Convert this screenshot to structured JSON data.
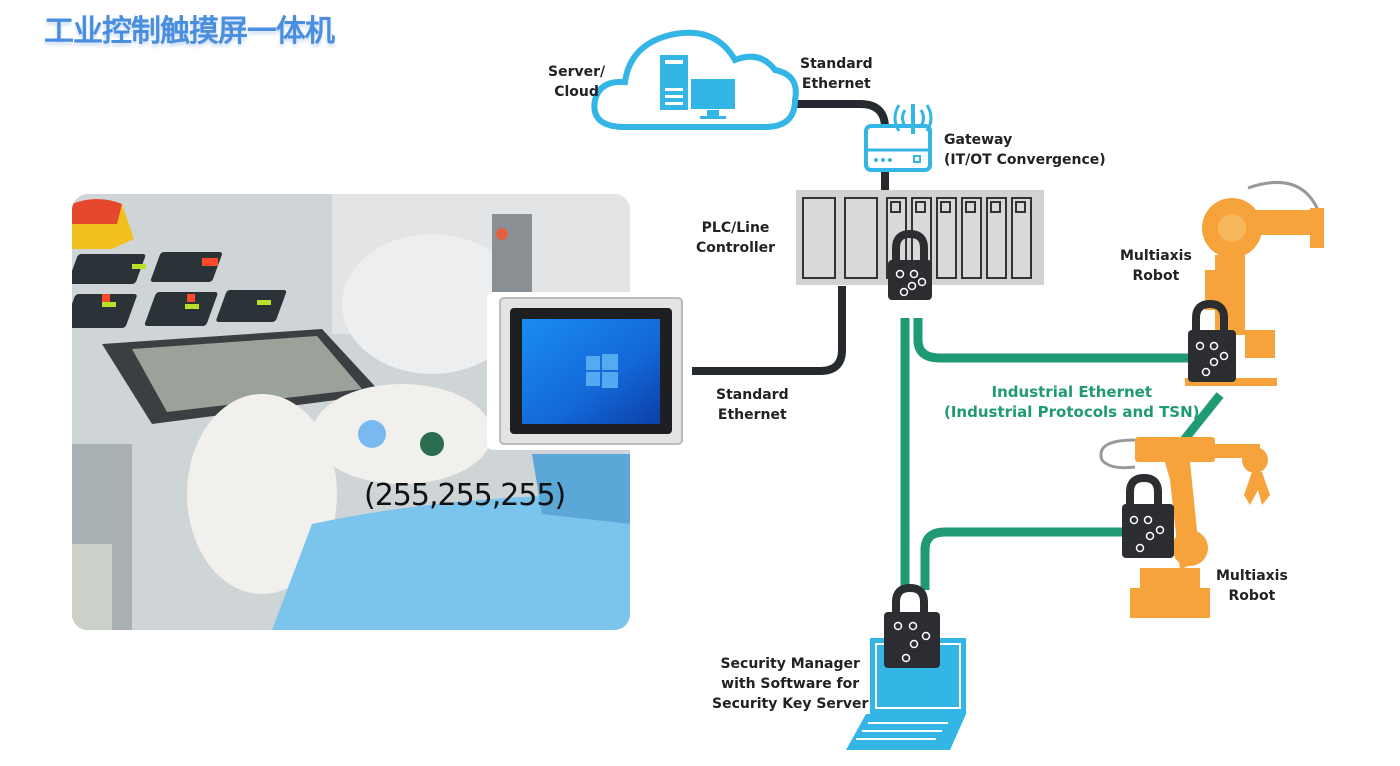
{
  "title": "工业控制触摸屏一体机",
  "labels": {
    "server_cloud": [
      "Server/",
      "Cloud"
    ],
    "ethernet_top": [
      "Standard",
      "Ethernet"
    ],
    "gateway": [
      "Gateway",
      "(IT/OT Convergence)"
    ],
    "plc": [
      "PLC/Line",
      "Controller"
    ],
    "ethernet_bottom": [
      "Standard",
      "Ethernet"
    ],
    "robot_top": [
      "Multiaxis",
      "Robot"
    ],
    "robot_bottom": [
      "Multiaxis",
      "Robot"
    ],
    "industrial_ethernet": [
      "Industrial Ethernet",
      "(Industrial Protocols and TSN)"
    ],
    "security_manager": [
      "Security Manager",
      "with Software for",
      "Security Key Server"
    ]
  },
  "overlay_text": "(255,255,255)",
  "colors": {
    "title": "#4a8ee0",
    "cloud_blue": "#33b5e5",
    "cable_dark": "#262a2e",
    "industrial_green": "#1f9a74",
    "robot_orange": "#f5a33a",
    "lock_dark": "#2b2d31",
    "plc_gray": "#d2d2d2",
    "screen_blue": "#1a73e0"
  }
}
